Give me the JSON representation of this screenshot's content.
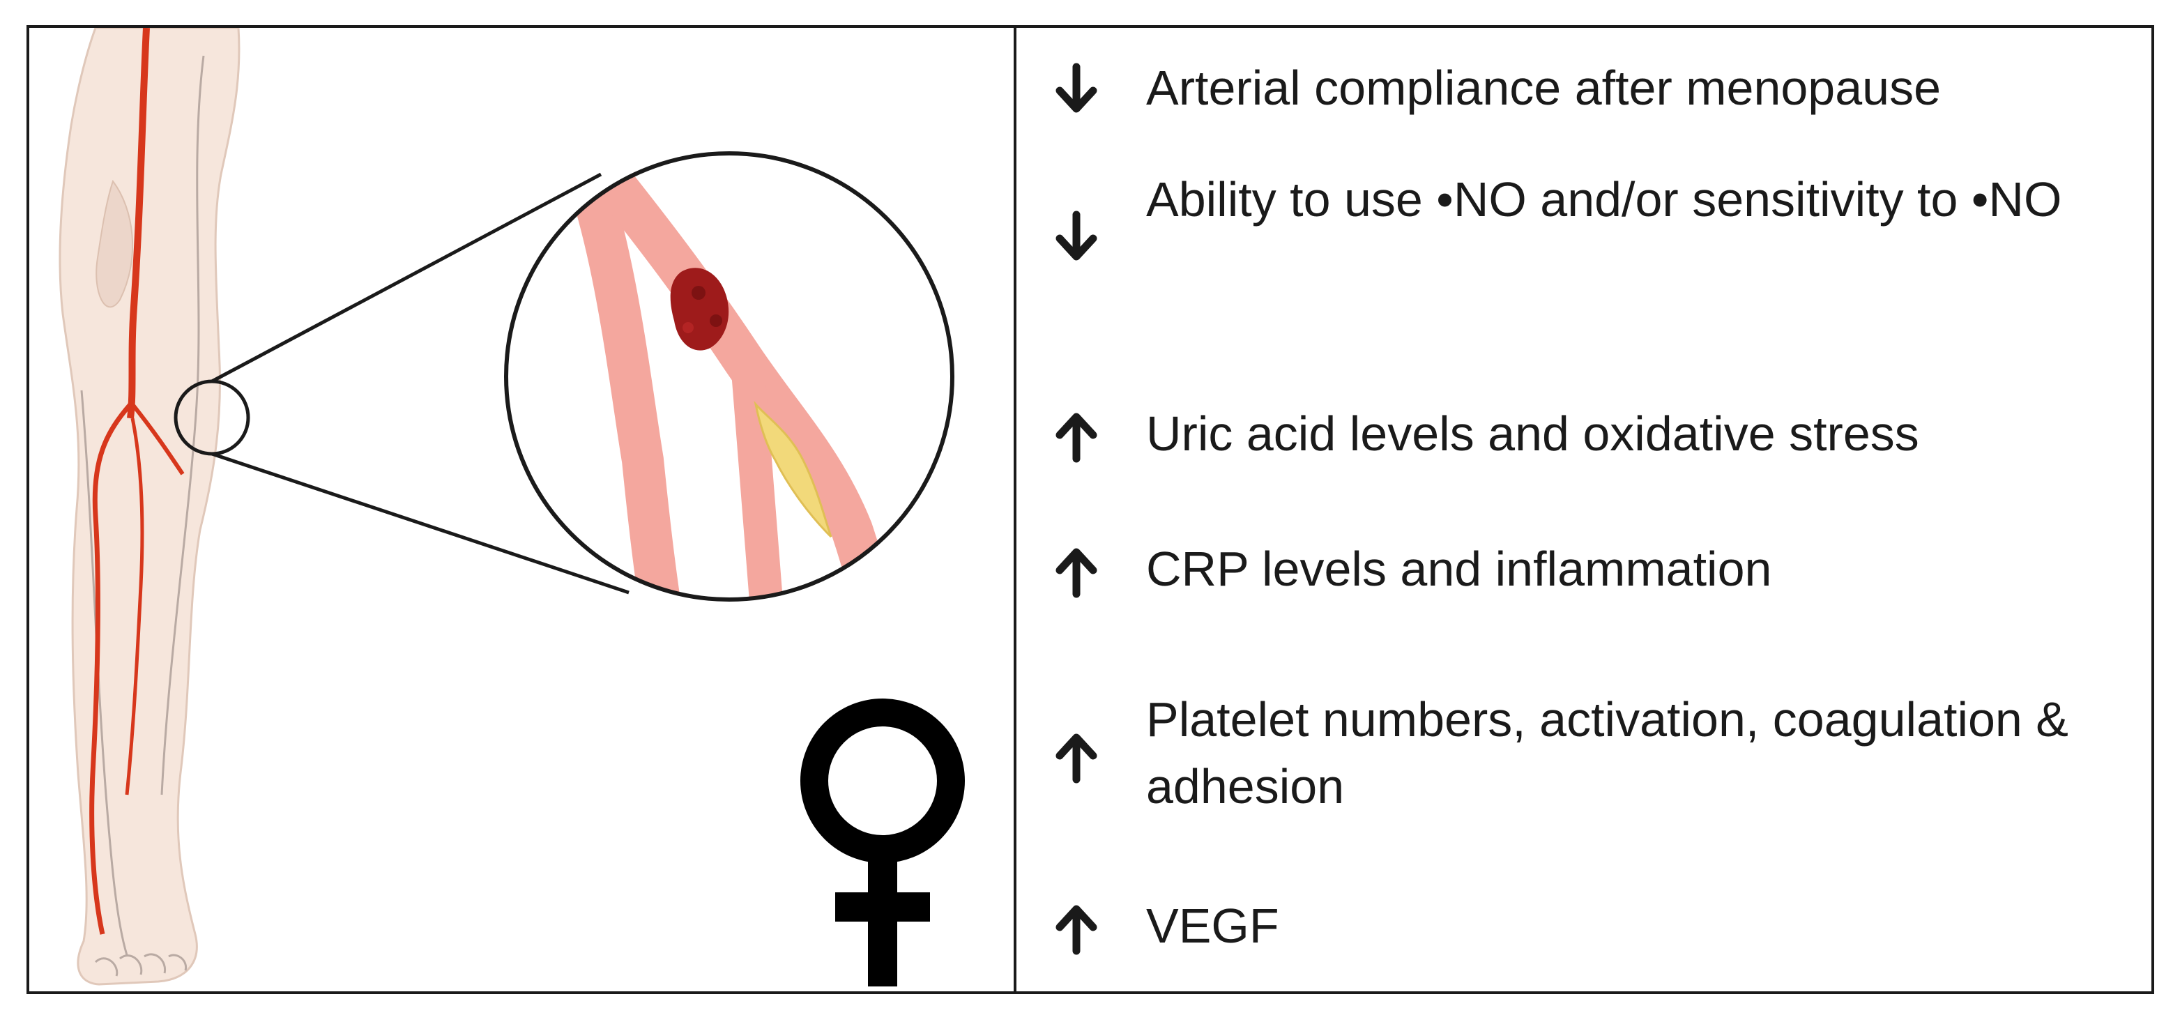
{
  "figure": {
    "effects": [
      {
        "direction": "down",
        "text": "Arterial compliance after menopause"
      },
      {
        "direction": "down",
        "text": "Ability to use •NO and/or sensitivity to •NO"
      },
      {
        "direction": "up",
        "text": "Uric acid levels and oxidative stress"
      },
      {
        "direction": "up",
        "text": "CRP levels and inflammation"
      },
      {
        "direction": "up",
        "text": "Platelet numbers, activation, coagulation & adhesion"
      },
      {
        "direction": "up",
        "text": "VEGF"
      }
    ],
    "icons": {
      "down": "arrow-down-icon",
      "up": "arrow-up-icon",
      "sex": "female-symbol-icon"
    },
    "colors": {
      "artery": "#d7371c",
      "vessel_wall": "#f4a79e",
      "clot": "#9e1b1b",
      "plaque": "#f2d97a",
      "skin": "#f6e6dc",
      "ink": "#1a1a1a"
    }
  }
}
